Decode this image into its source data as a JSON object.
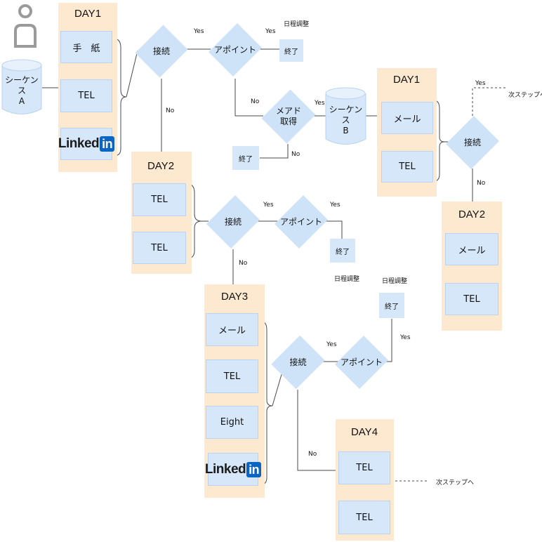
{
  "sequence_a": {
    "label": "シーケンス\nA"
  },
  "sequence_b": {
    "label": "シーケンス\nB"
  },
  "day_labels": {
    "day1": "DAY1",
    "day2": "DAY2",
    "day3": "DAY3",
    "day4": "DAY4"
  },
  "steps": {
    "letter": "手　紙",
    "tel": "TEL",
    "mail": "メール",
    "eight": "Eight"
  },
  "linkedin": {
    "text": "Linked",
    "badge": "in"
  },
  "decisions": {
    "connect": "接続",
    "appoint": "アポイント",
    "mail_acquire": "メアド\n取得"
  },
  "edge_labels": {
    "yes": "Yes",
    "no": "No"
  },
  "outcomes": {
    "end": "終了",
    "schedule": "日程調整",
    "next_step": "次ステップへ"
  },
  "colors": {
    "panel": "#fde9cf",
    "node": "#d6e7fa",
    "diamond": "#cfe3f8",
    "line": "#4a4a4a"
  }
}
